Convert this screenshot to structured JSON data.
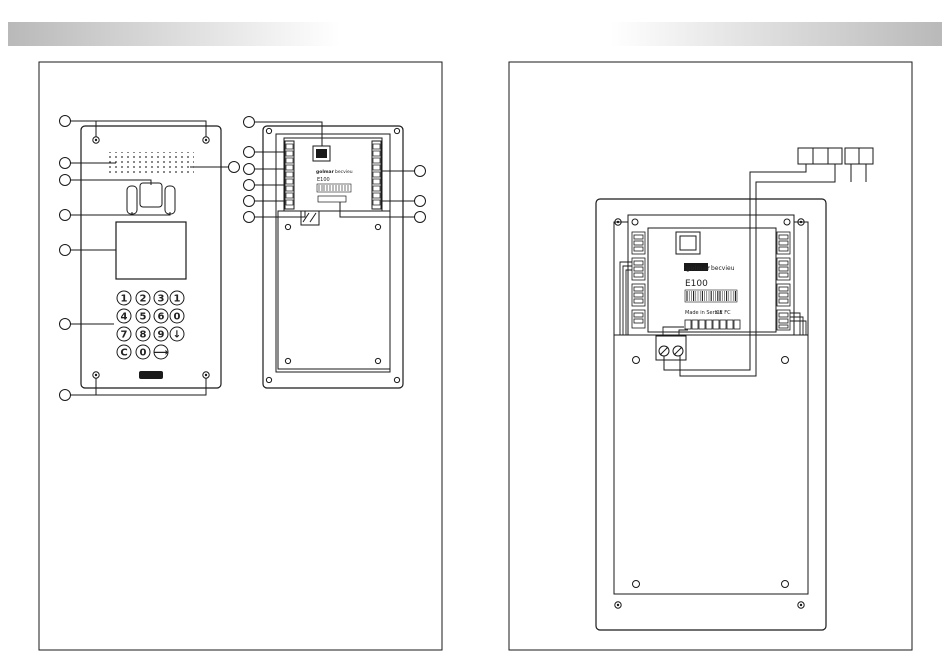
{
  "keypad": {
    "keys": [
      "1",
      "2",
      "3",
      "1",
      "4",
      "5",
      "6",
      "0",
      "7",
      "8",
      "9",
      "↓",
      "C",
      "0",
      "⟶"
    ]
  },
  "module": {
    "brand": "golmar",
    "brand2": "becvieu",
    "model": "E100",
    "made_in": "Made in Serbia",
    "marks": "CE FC"
  },
  "colors": {
    "header_bar": "#c8c8c8",
    "outline": "#1a1a1a",
    "panel_fill": "#ffffff"
  }
}
